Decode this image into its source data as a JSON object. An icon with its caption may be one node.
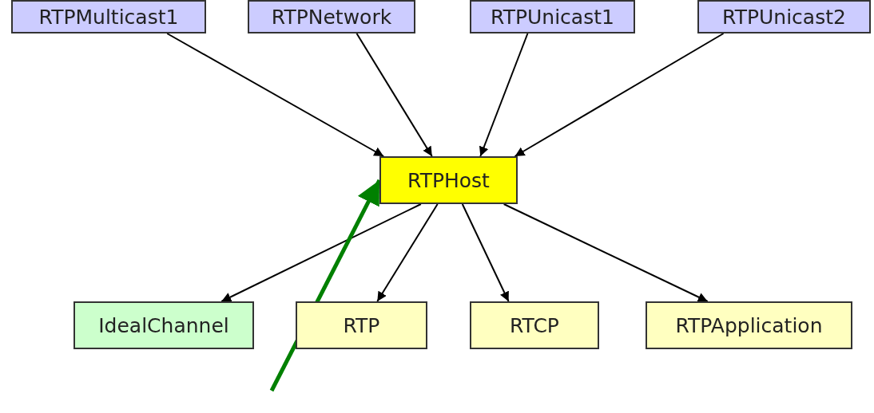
{
  "diagram": {
    "nodes": [
      {
        "text": [
          "RTPMulticast1"
        ]
      },
      {
        "text": [
          "RTPNetwork"
        ]
      },
      {
        "text": [
          "RTPUnicast1"
        ]
      },
      {
        "text": [
          "RTPUnicast2"
        ]
      },
      {
        "text": [
          "RTPHost"
        ]
      },
      {
        "text": [
          "IdealChannel"
        ]
      },
      {
        "text": [
          "RTP"
        ]
      },
      {
        "text": [
          "RTCP"
        ]
      },
      {
        "text": [
          "RTPApplication"
        ]
      }
    ],
    "edges": [
      {
        "from": 0,
        "to": 4,
        "arrow": "to"
      },
      {
        "from": 1,
        "to": 4,
        "arrow": "to"
      },
      {
        "from": 2,
        "to": 4,
        "arrow": "to"
      },
      {
        "from": 3,
        "to": 4,
        "arrow": "to"
      },
      {
        "from": 4,
        "to": 5,
        "arrow": "to"
      },
      {
        "from": 4,
        "to": 6,
        "arrow": "to"
      },
      {
        "from": 4,
        "to": 7,
        "arrow": "to"
      },
      {
        "from": 4,
        "to": 8,
        "arrow": "to"
      },
      {
        "from": null,
        "to": 4,
        "arrow": "to",
        "style": "thick",
        "color": "#008000"
      }
    ]
  }
}
